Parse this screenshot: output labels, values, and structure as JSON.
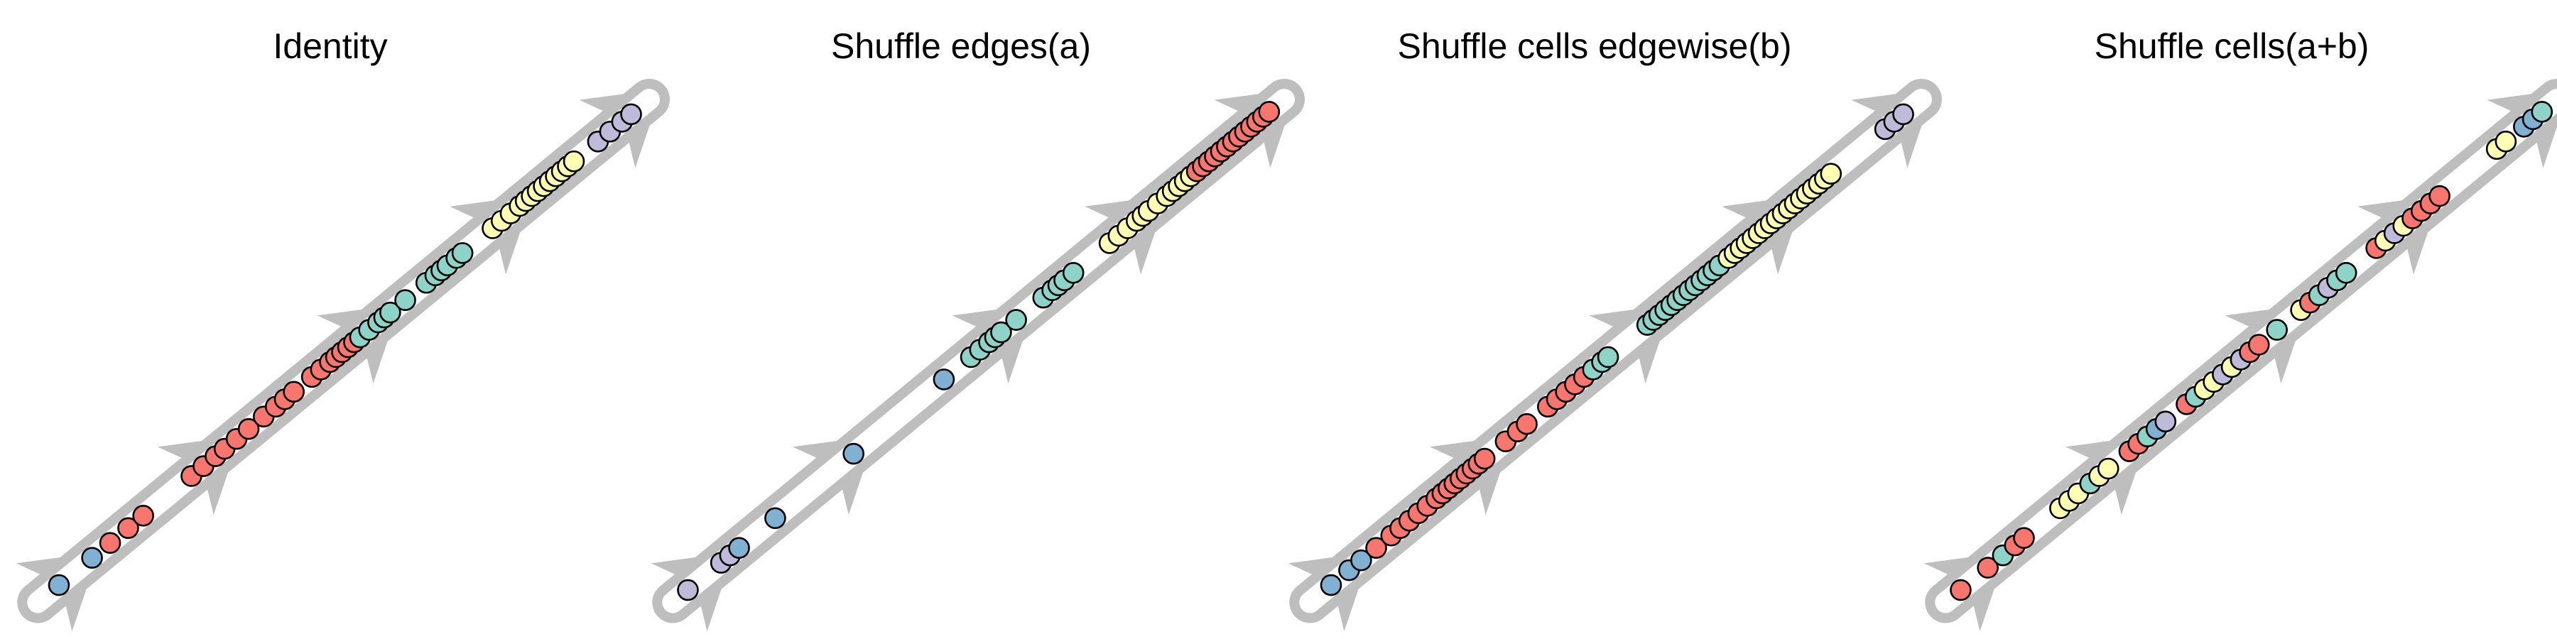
{
  "colors": {
    "track": "#bebebe",
    "red": "#f8766d",
    "green": "#8dd3c7",
    "yellow": "#ffffb3",
    "purple": "#bebada",
    "blue": "#80b1d3"
  },
  "panels": [
    {
      "title": "Identity",
      "arrowheads": [
        0.05,
        0.285,
        0.55,
        0.77,
        0.985
      ],
      "cells": [
        [
          0.02,
          "blue"
        ],
        [
          0.075,
          "blue"
        ],
        [
          0.105,
          "red"
        ],
        [
          0.135,
          "red"
        ],
        [
          0.16,
          "red"
        ],
        [
          0.24,
          "red"
        ],
        [
          0.26,
          "red"
        ],
        [
          0.28,
          "red"
        ],
        [
          0.295,
          "red"
        ],
        [
          0.315,
          "red"
        ],
        [
          0.335,
          "red"
        ],
        [
          0.36,
          "red"
        ],
        [
          0.38,
          "red"
        ],
        [
          0.395,
          "red"
        ],
        [
          0.41,
          "red"
        ],
        [
          0.44,
          "red"
        ],
        [
          0.455,
          "red"
        ],
        [
          0.47,
          "red"
        ],
        [
          0.48,
          "red"
        ],
        [
          0.49,
          "red"
        ],
        [
          0.5,
          "red"
        ],
        [
          0.51,
          "red"
        ],
        [
          0.52,
          "green"
        ],
        [
          0.535,
          "green"
        ],
        [
          0.55,
          "green"
        ],
        [
          0.56,
          "green"
        ],
        [
          0.57,
          "green"
        ],
        [
          0.595,
          "green"
        ],
        [
          0.63,
          "green"
        ],
        [
          0.645,
          "green"
        ],
        [
          0.655,
          "green"
        ],
        [
          0.665,
          "green"
        ],
        [
          0.68,
          "green"
        ],
        [
          0.69,
          "green"
        ],
        [
          0.74,
          "yellow"
        ],
        [
          0.755,
          "yellow"
        ],
        [
          0.77,
          "yellow"
        ],
        [
          0.785,
          "yellow"
        ],
        [
          0.795,
          "yellow"
        ],
        [
          0.805,
          "yellow"
        ],
        [
          0.815,
          "yellow"
        ],
        [
          0.825,
          "yellow"
        ],
        [
          0.835,
          "yellow"
        ],
        [
          0.845,
          "yellow"
        ],
        [
          0.855,
          "yellow"
        ],
        [
          0.865,
          "yellow"
        ],
        [
          0.875,
          "yellow"
        ],
        [
          0.915,
          "purple"
        ],
        [
          0.935,
          "purple"
        ],
        [
          0.955,
          "purple"
        ],
        [
          0.97,
          "purple"
        ]
      ]
    },
    {
      "title": "Shuffle edges(a)",
      "arrowheads": [
        0.05,
        0.285,
        0.55,
        0.77,
        0.985
      ],
      "cells": [
        [
          0.01,
          "purple"
        ],
        [
          0.065,
          "purple"
        ],
        [
          0.08,
          "purple"
        ],
        [
          0.095,
          "blue"
        ],
        [
          0.155,
          "blue"
        ],
        [
          0.285,
          "blue"
        ],
        [
          0.435,
          "blue"
        ],
        [
          0.48,
          "green"
        ],
        [
          0.495,
          "green"
        ],
        [
          0.51,
          "green"
        ],
        [
          0.52,
          "green"
        ],
        [
          0.53,
          "green"
        ],
        [
          0.555,
          "green"
        ],
        [
          0.6,
          "green"
        ],
        [
          0.615,
          "green"
        ],
        [
          0.625,
          "green"
        ],
        [
          0.635,
          "green"
        ],
        [
          0.65,
          "green"
        ],
        [
          0.71,
          "yellow"
        ],
        [
          0.725,
          "yellow"
        ],
        [
          0.74,
          "yellow"
        ],
        [
          0.755,
          "yellow"
        ],
        [
          0.765,
          "yellow"
        ],
        [
          0.775,
          "yellow"
        ],
        [
          0.79,
          "yellow"
        ],
        [
          0.805,
          "yellow"
        ],
        [
          0.815,
          "yellow"
        ],
        [
          0.825,
          "yellow"
        ],
        [
          0.835,
          "yellow"
        ],
        [
          0.845,
          "yellow"
        ],
        [
          0.855,
          "red"
        ],
        [
          0.865,
          "red"
        ],
        [
          0.875,
          "red"
        ],
        [
          0.885,
          "red"
        ],
        [
          0.895,
          "red"
        ],
        [
          0.905,
          "red"
        ],
        [
          0.915,
          "red"
        ],
        [
          0.925,
          "red"
        ],
        [
          0.935,
          "red"
        ],
        [
          0.945,
          "red"
        ],
        [
          0.955,
          "red"
        ],
        [
          0.965,
          "red"
        ],
        [
          0.975,
          "red"
        ]
      ]
    },
    {
      "title": "Shuffle cells edgewise(b)",
      "arrowheads": [
        0.05,
        0.285,
        0.55,
        0.77,
        0.985
      ],
      "cells": [
        [
          0.02,
          "blue"
        ],
        [
          0.05,
          "blue"
        ],
        [
          0.07,
          "blue"
        ],
        [
          0.095,
          "red"
        ],
        [
          0.12,
          "red"
        ],
        [
          0.135,
          "red"
        ],
        [
          0.15,
          "red"
        ],
        [
          0.165,
          "red"
        ],
        [
          0.18,
          "red"
        ],
        [
          0.195,
          "red"
        ],
        [
          0.205,
          "red"
        ],
        [
          0.215,
          "red"
        ],
        [
          0.225,
          "red"
        ],
        [
          0.235,
          "red"
        ],
        [
          0.245,
          "red"
        ],
        [
          0.255,
          "red"
        ],
        [
          0.265,
          "red"
        ],
        [
          0.275,
          "red"
        ],
        [
          0.31,
          "red"
        ],
        [
          0.33,
          "red"
        ],
        [
          0.345,
          "red"
        ],
        [
          0.38,
          "red"
        ],
        [
          0.395,
          "red"
        ],
        [
          0.41,
          "red"
        ],
        [
          0.425,
          "red"
        ],
        [
          0.44,
          "red"
        ],
        [
          0.455,
          "green"
        ],
        [
          0.47,
          "green"
        ],
        [
          0.48,
          "green"
        ],
        [
          0.545,
          "green"
        ],
        [
          0.555,
          "green"
        ],
        [
          0.565,
          "green"
        ],
        [
          0.575,
          "green"
        ],
        [
          0.585,
          "green"
        ],
        [
          0.595,
          "green"
        ],
        [
          0.605,
          "green"
        ],
        [
          0.615,
          "green"
        ],
        [
          0.625,
          "green"
        ],
        [
          0.635,
          "green"
        ],
        [
          0.645,
          "green"
        ],
        [
          0.655,
          "green"
        ],
        [
          0.665,
          "green"
        ],
        [
          0.68,
          "yellow"
        ],
        [
          0.69,
          "yellow"
        ],
        [
          0.7,
          "yellow"
        ],
        [
          0.71,
          "yellow"
        ],
        [
          0.72,
          "yellow"
        ],
        [
          0.73,
          "yellow"
        ],
        [
          0.74,
          "yellow"
        ],
        [
          0.75,
          "yellow"
        ],
        [
          0.76,
          "yellow"
        ],
        [
          0.77,
          "yellow"
        ],
        [
          0.78,
          "yellow"
        ],
        [
          0.79,
          "yellow"
        ],
        [
          0.8,
          "yellow"
        ],
        [
          0.81,
          "yellow"
        ],
        [
          0.82,
          "yellow"
        ],
        [
          0.83,
          "yellow"
        ],
        [
          0.84,
          "yellow"
        ],
        [
          0.85,
          "yellow"
        ],
        [
          0.94,
          "purple"
        ],
        [
          0.955,
          "purple"
        ],
        [
          0.97,
          "purple"
        ]
      ]
    },
    {
      "title": "Shuffle cells(a+b)",
      "arrowheads": [
        0.05,
        0.285,
        0.55,
        0.77,
        0.985
      ],
      "cells": [
        [
          0.01,
          "red"
        ],
        [
          0.055,
          "red"
        ],
        [
          0.08,
          "green"
        ],
        [
          0.1,
          "red"
        ],
        [
          0.115,
          "red"
        ],
        [
          0.175,
          "yellow"
        ],
        [
          0.19,
          "yellow"
        ],
        [
          0.205,
          "yellow"
        ],
        [
          0.225,
          "green"
        ],
        [
          0.24,
          "yellow"
        ],
        [
          0.255,
          "yellow"
        ],
        [
          0.29,
          "red"
        ],
        [
          0.305,
          "red"
        ],
        [
          0.32,
          "green"
        ],
        [
          0.335,
          "blue"
        ],
        [
          0.35,
          "purple"
        ],
        [
          0.385,
          "red"
        ],
        [
          0.4,
          "green"
        ],
        [
          0.415,
          "yellow"
        ],
        [
          0.43,
          "yellow"
        ],
        [
          0.445,
          "purple"
        ],
        [
          0.46,
          "yellow"
        ],
        [
          0.475,
          "purple"
        ],
        [
          0.49,
          "red"
        ],
        [
          0.505,
          "red"
        ],
        [
          0.535,
          "green"
        ],
        [
          0.575,
          "yellow"
        ],
        [
          0.59,
          "red"
        ],
        [
          0.605,
          "green"
        ],
        [
          0.62,
          "purple"
        ],
        [
          0.635,
          "green"
        ],
        [
          0.65,
          "green"
        ],
        [
          0.7,
          "red"
        ],
        [
          0.715,
          "yellow"
        ],
        [
          0.73,
          "purple"
        ],
        [
          0.745,
          "yellow"
        ],
        [
          0.76,
          "red"
        ],
        [
          0.775,
          "red"
        ],
        [
          0.79,
          "red"
        ],
        [
          0.805,
          "red"
        ],
        [
          0.9,
          "yellow"
        ],
        [
          0.915,
          "yellow"
        ],
        [
          0.945,
          "blue"
        ],
        [
          0.96,
          "blue"
        ],
        [
          0.975,
          "green"
        ]
      ]
    }
  ]
}
